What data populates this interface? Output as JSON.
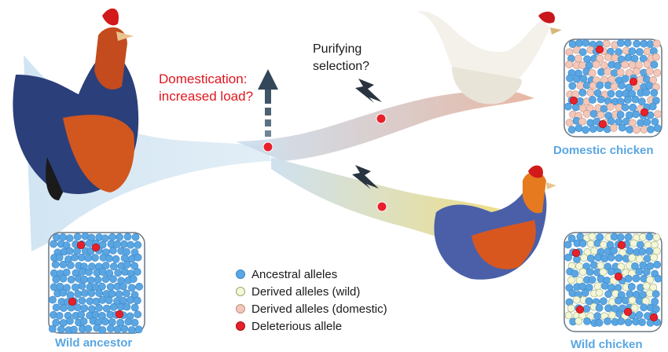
{
  "labels": {
    "domestication": [
      "Domestication:",
      "increased load?"
    ],
    "purifying": [
      "Purifying",
      "selection?"
    ],
    "wild_ancestor": "Wild ancestor",
    "domestic_chicken": "Domestic chicken",
    "wild_chicken": "Wild chicken"
  },
  "legend": [
    {
      "label": "Ancestral alleles",
      "color": "#5aa6e2",
      "border": "#3a86c8"
    },
    {
      "label": "Derived alleles (wild)",
      "color": "#f4f6d8",
      "border": "#9aaa70"
    },
    {
      "label": "Derived alleles (domestic)",
      "color": "#f3c7b9",
      "border": "#c09080"
    },
    {
      "label": "Deleterious allele",
      "color": "#e8202a",
      "border": "#a01010"
    }
  ],
  "colors": {
    "ancestral": "#5aa6e2",
    "derived_wild": "#f4f6d8",
    "derived_domestic": "#f3c7b9",
    "deleterious": "#e8202a",
    "tree_blue": "#c4dcee",
    "tree_yellow": "#f1e08a",
    "tree_pink": "#e8b7a3",
    "arrow": "#3c4f5e"
  },
  "icons": [
    "rooster-illustration",
    "white-hen-illustration",
    "wild-rooster-illustration",
    "lightning-icon",
    "up-arrow-icon"
  ]
}
